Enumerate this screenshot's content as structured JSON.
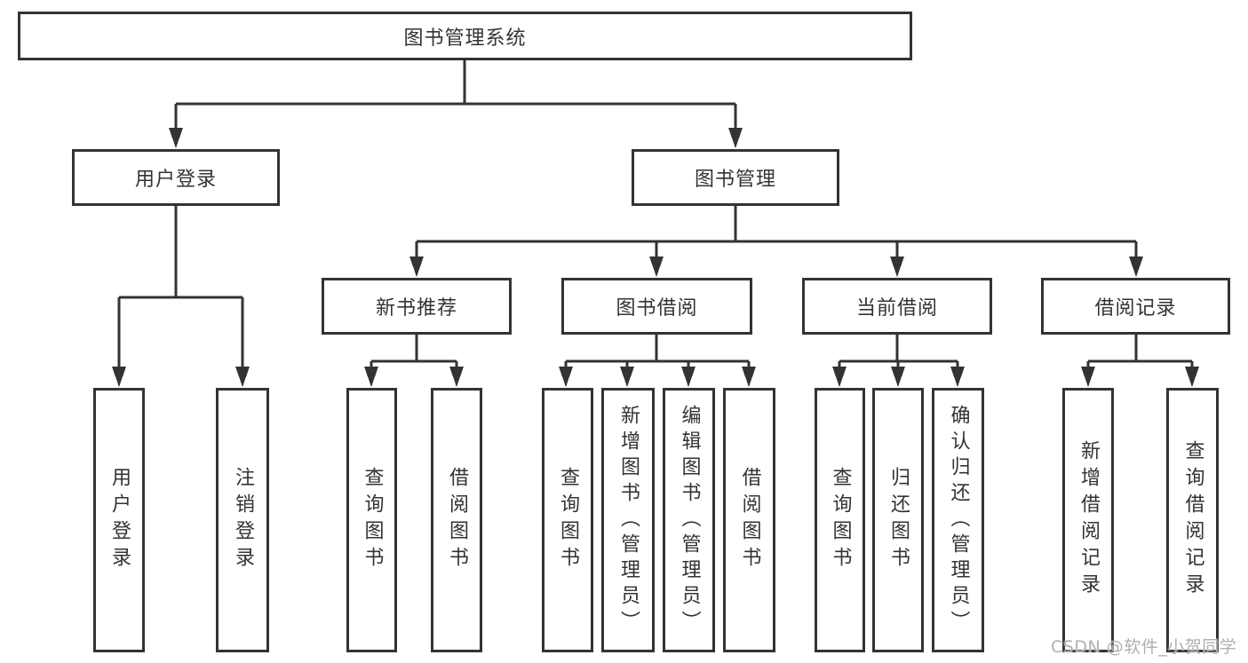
{
  "diagram": {
    "root_label": "图书管理系统",
    "branches": [
      "用户登录",
      "图书管理"
    ],
    "modules": [
      "新书推荐",
      "图书借阅",
      "当前借阅",
      "借阅记录"
    ],
    "leaves": [
      "用户登录",
      "注销登录",
      "查询图书",
      "借阅图书",
      "查询图书",
      "新增图书（管理员）",
      "编辑图书（管理员）",
      "借阅图书",
      "查询图书",
      "归还图书",
      "确认归还（管理员）",
      "新增借阅记录",
      "查询借阅记录"
    ],
    "tree": {
      "label": "图书管理系统",
      "children": [
        {
          "label": "用户登录",
          "children": [
            {
              "label": "用户登录"
            },
            {
              "label": "注销登录"
            }
          ]
        },
        {
          "label": "图书管理",
          "children": [
            {
              "label": "新书推荐",
              "children": [
                {
                  "label": "查询图书"
                },
                {
                  "label": "借阅图书"
                }
              ]
            },
            {
              "label": "图书借阅",
              "children": [
                {
                  "label": "查询图书"
                },
                {
                  "label": "新增图书（管理员）"
                },
                {
                  "label": "编辑图书（管理员）"
                },
                {
                  "label": "借阅图书"
                }
              ]
            },
            {
              "label": "当前借阅",
              "children": [
                {
                  "label": "查询图书"
                },
                {
                  "label": "归还图书"
                },
                {
                  "label": "确认归还（管理员）"
                }
              ]
            },
            {
              "label": "借阅记录",
              "children": [
                {
                  "label": "新增借阅记录"
                },
                {
                  "label": "查询借阅记录"
                }
              ]
            }
          ]
        }
      ]
    }
  },
  "watermark": {
    "text": "CSDN @软件_小贺同学"
  },
  "colors": {
    "background": "#ffffff",
    "line": "#333333",
    "box_border": "#333333",
    "text": "#333333",
    "watermark": "#b0b0b0"
  }
}
